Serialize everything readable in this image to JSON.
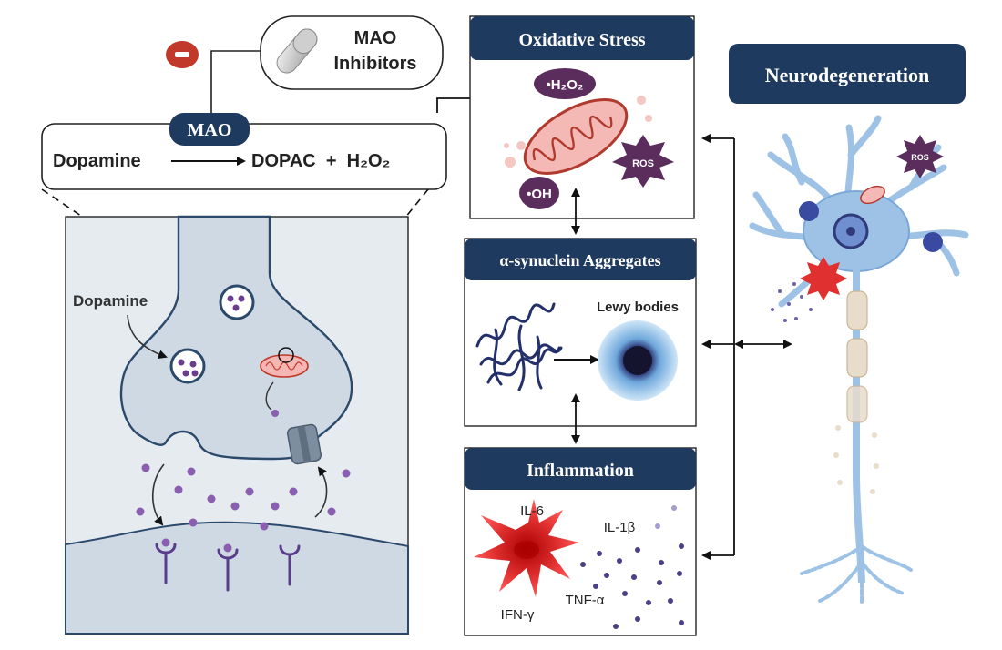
{
  "mao_inhibitor": {
    "line1": "MAO",
    "line2": "Inhibitors",
    "minus_sign": "−"
  },
  "reaction": {
    "enzyme": "MAO",
    "substrate": "Dopamine",
    "product": "DOPAC  +  H₂O₂"
  },
  "synapse": {
    "dopamine_label": "Dopamine"
  },
  "panels": {
    "oxidative_stress": {
      "title": "Oxidative Stress",
      "h2o2": "•H₂O₂",
      "ros": "ROS",
      "oh": "•OH"
    },
    "synuclein": {
      "title": "α-synuclein Aggregates",
      "lewy": "Lewy bodies"
    },
    "inflammation": {
      "title": "Inflammation",
      "il6": "IL-6",
      "il1b": "IL-1β",
      "tnf": "TNF-α",
      "ifn": "IFN-γ"
    }
  },
  "neuro": {
    "title": "Neurodegeneration",
    "ros": "ROS"
  },
  "colors": {
    "navy": "#1f3a5f",
    "neuron_blue": "#9ec2e6",
    "terminal_fill": "#cfd9e3",
    "terminal_stroke": "#2b4a6b",
    "dopamine_purple": "#6b3d8f",
    "mito_red": "#d9534f",
    "ros_purple": "#5a2d5c",
    "inflam_red": "#e03030"
  }
}
